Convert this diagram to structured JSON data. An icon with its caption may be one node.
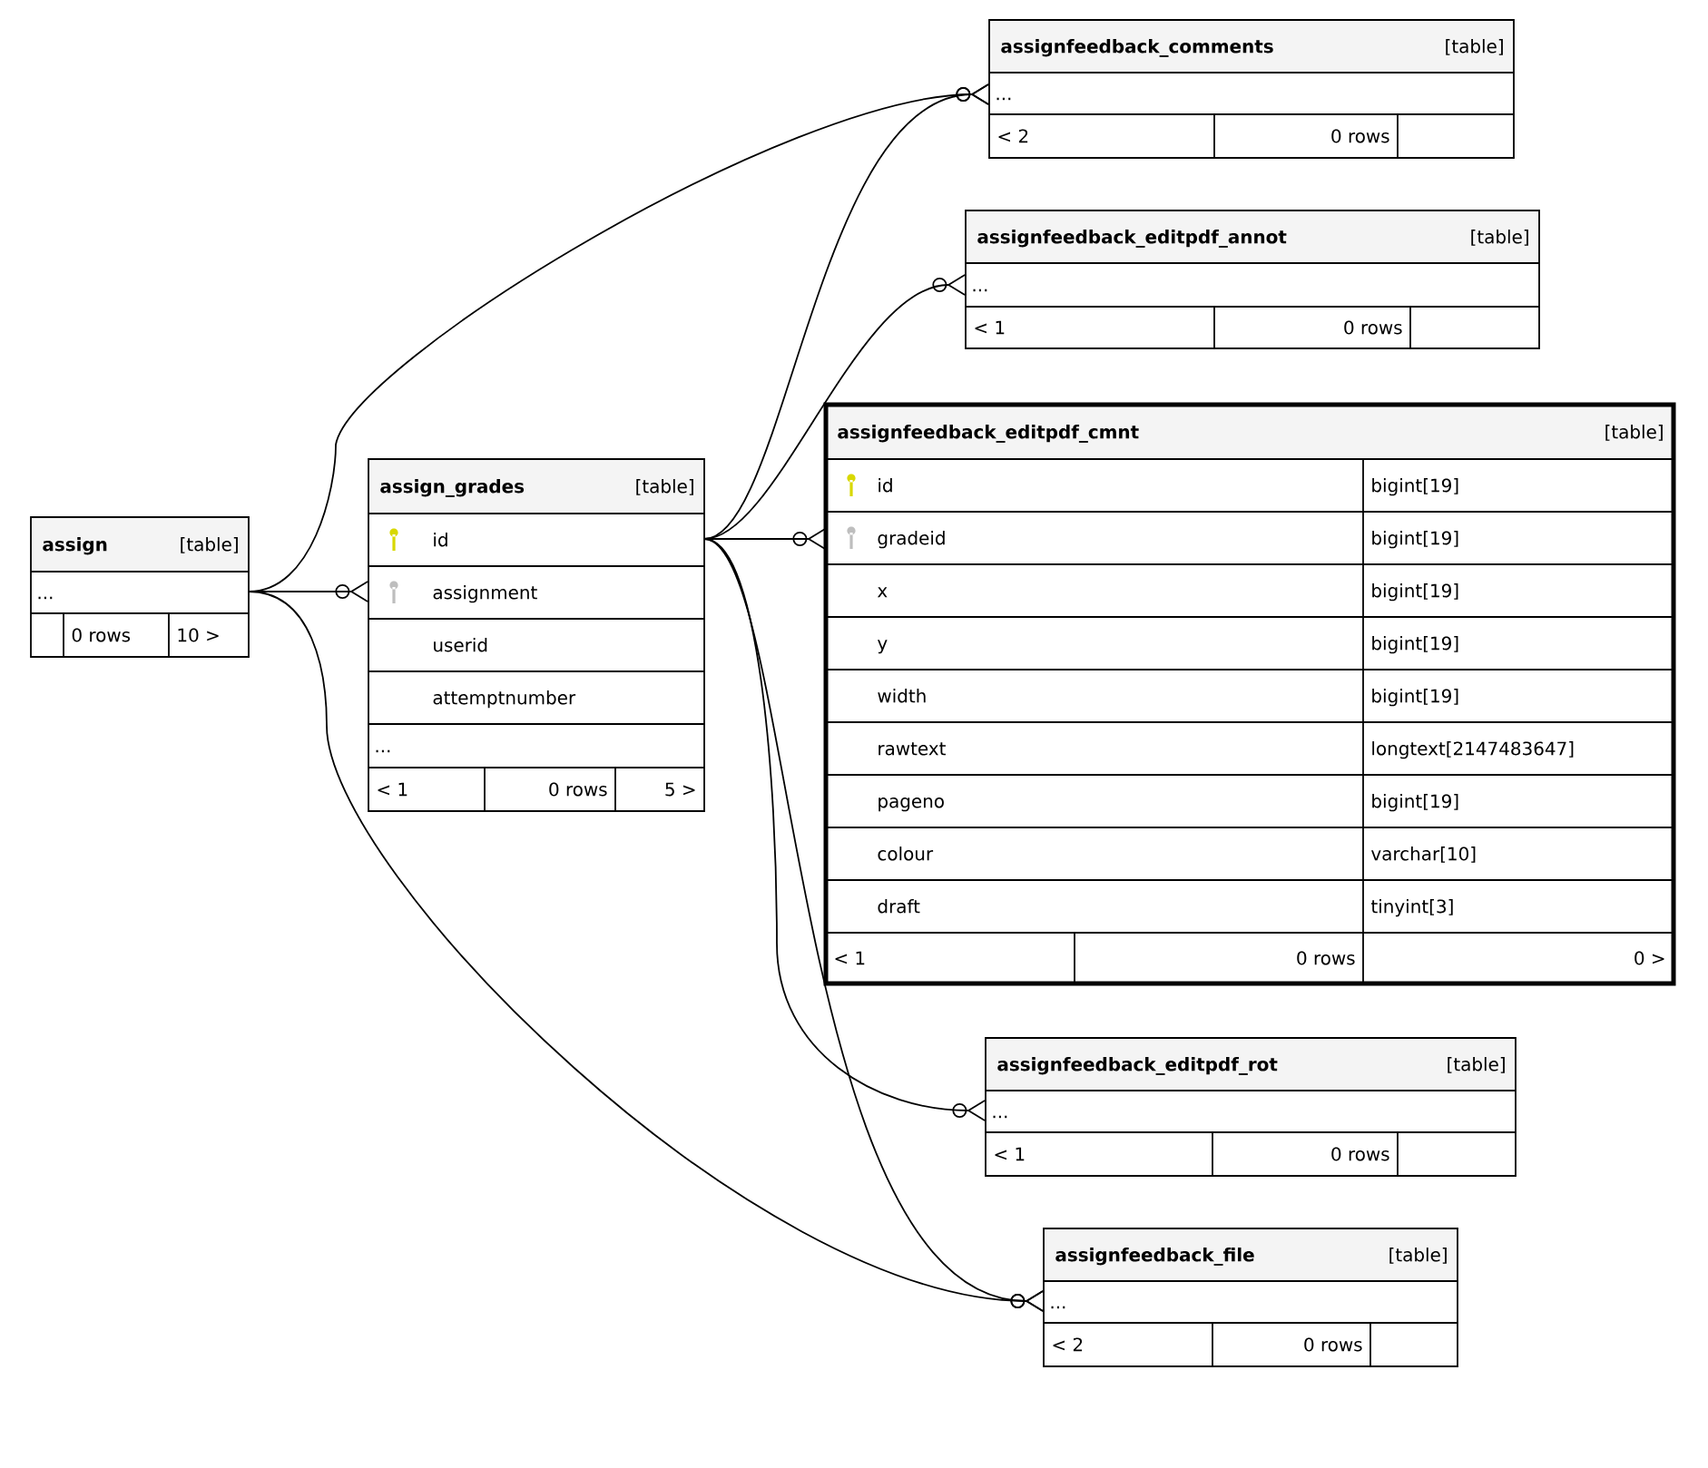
{
  "diagram": {
    "nodes": [
      {
        "text": [
          "assign",
          "[table]",
          "...",
          "0 rows",
          "10 >"
        ]
      },
      {
        "text": [
          "assign_grades",
          "[table]",
          "id",
          "assignment",
          "userid",
          "attemptnumber",
          "...",
          "< 1",
          "0 rows",
          "5 >"
        ]
      },
      {
        "text": [
          "assignfeedback_comments",
          "[table]",
          "...",
          "< 2",
          "0 rows"
        ]
      },
      {
        "text": [
          "assignfeedback_editpdf_annot",
          "[table]",
          "...",
          "< 1",
          "0 rows"
        ]
      },
      {
        "text": [
          "assignfeedback_editpdf_cmnt",
          "[table]",
          "id",
          "bigint[19]",
          "gradeid",
          "bigint[19]",
          "x",
          "bigint[19]",
          "y",
          "bigint[19]",
          "width",
          "bigint[19]",
          "rawtext",
          "longtext[2147483647]",
          "pageno",
          "bigint[19]",
          "colour",
          "varchar[10]",
          "draft",
          "tinyint[3]",
          "< 1",
          "0 rows",
          "0 >"
        ]
      },
      {
        "text": [
          "assignfeedback_editpdf_rot",
          "[table]",
          "...",
          "< 1",
          "0 rows"
        ]
      },
      {
        "text": [
          "assignfeedback_file",
          "[table]",
          "...",
          "< 2",
          "0 rows"
        ]
      }
    ],
    "edges": [
      {
        "from": 0,
        "to": 1,
        "arrow": "other"
      },
      {
        "from": 0,
        "to": 2,
        "arrow": "other"
      },
      {
        "from": 0,
        "to": 6,
        "arrow": "other"
      },
      {
        "from": 1,
        "to": 2,
        "arrow": "other"
      },
      {
        "from": 1,
        "to": 3,
        "arrow": "other"
      },
      {
        "from": 1,
        "to": 4,
        "arrow": "other"
      },
      {
        "from": 1,
        "to": 5,
        "arrow": "other"
      },
      {
        "from": 1,
        "to": 6,
        "arrow": "other"
      }
    ]
  }
}
